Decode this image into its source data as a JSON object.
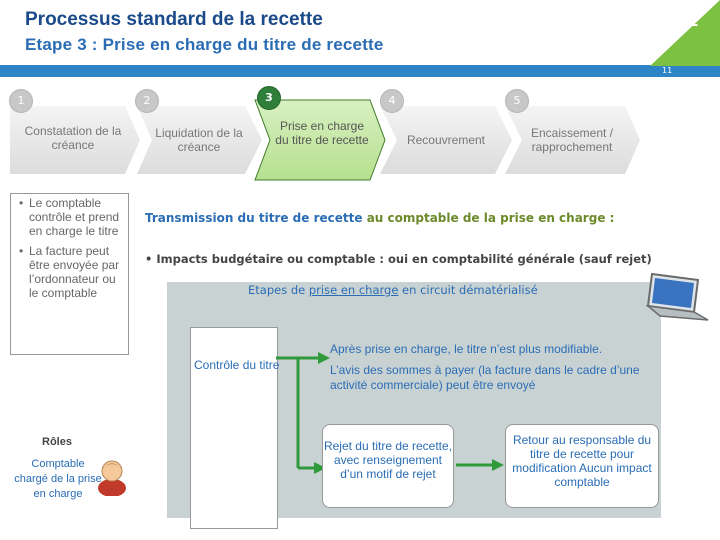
{
  "header": {
    "title": "Processus standard de la recette",
    "subtitle": "Etape 3 : Prise en charge du titre de recette",
    "corner_number": "1",
    "page_number": "11"
  },
  "steps": [
    {
      "num": "1",
      "label": "Constatation de la créance"
    },
    {
      "num": "2",
      "label": "Liquidation de la créance"
    },
    {
      "num": "3",
      "label": "Prise en charge du titre de recette"
    },
    {
      "num": "4",
      "label": "Recouvrement"
    },
    {
      "num": "5",
      "label": "Encaissement / rapprochement"
    }
  ],
  "left_box": {
    "items": [
      "Le comptable contrôle et prend en charge le titre",
      "La facture peut être envoyée par l’ordonnateur ou le comptable"
    ]
  },
  "main": {
    "transmission_lead": "Transmission du titre de recette",
    "transmission_rest": " au comptable de la prise en charge :",
    "impacts": "•  Impacts budgétaire ou comptable : oui en comptabilité générale (sauf rejet)",
    "etapes_prefix": "Etapes de ",
    "etapes_underline": "prise en charge",
    "etapes_suffix": "  en circuit dématérialisé",
    "controle": "Contrôle du titre",
    "apres": "Après prise en charge, le titre n’est plus modifiable.",
    "avis": "L’avis des sommes à payer (la facture dans le cadre d’une activité commerciale)  peut être envoyé",
    "rejet": "Rejet du titre de recette, avec renseignement d’un motif de rejet",
    "retour": "Retour au responsable du titre de recette pour modification Aucun impact comptable"
  },
  "roles": {
    "label": "Rôles",
    "description": "Comptable chargé de la prise en charge"
  },
  "colors": {
    "blue_title": "#1a4a8a",
    "blue_text": "#2a6db5",
    "green_accent": "#7cc142",
    "active_step": "#2f7f3a",
    "panel": "#c9d2d3"
  }
}
